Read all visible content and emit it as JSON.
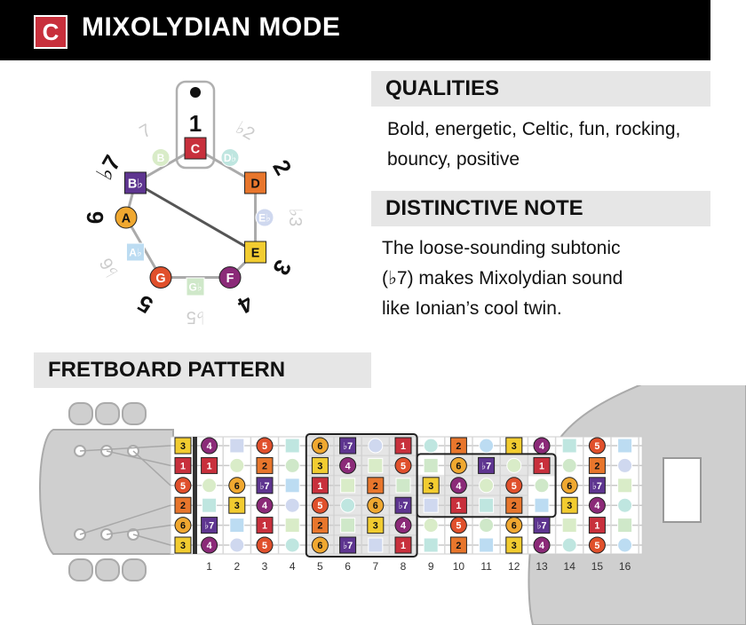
{
  "header": {
    "key": "C",
    "title": "MIXOLYDIAN MODE"
  },
  "qualities": {
    "heading": "QUALITIES",
    "lines": [
      "Bold, energetic, Celtic, fun, rocking,",
      "bouncy, positive"
    ]
  },
  "distinctive": {
    "heading": "DISTINCTIVE NOTE",
    "lines": [
      "The loose-sounding subtonic",
      "(♭7) makes Mixolydian sound",
      "like Ionian’s cool twin."
    ]
  },
  "fretboard": {
    "heading": "FRETBOARD PATTERN",
    "fret_numbers": [
      "1",
      "2",
      "3",
      "4",
      "5",
      "6",
      "7",
      "8",
      "9",
      "10",
      "11",
      "12",
      "13",
      "14",
      "15",
      "16"
    ],
    "open_strings": [
      "3",
      "1",
      "5",
      "2",
      "6",
      "3"
    ],
    "notes": [
      {
        "s": 0,
        "f": 1,
        "t": "4"
      },
      {
        "s": 0,
        "f": 3,
        "t": "5"
      },
      {
        "s": 0,
        "f": 5,
        "t": "6"
      },
      {
        "s": 0,
        "f": 6,
        "t": "♭7"
      },
      {
        "s": 0,
        "f": 8,
        "t": "1"
      },
      {
        "s": 0,
        "f": 10,
        "t": "2"
      },
      {
        "s": 0,
        "f": 12,
        "t": "3"
      },
      {
        "s": 0,
        "f": 13,
        "t": "4"
      },
      {
        "s": 0,
        "f": 15,
        "t": "5"
      },
      {
        "s": 1,
        "f": 1,
        "t": "1"
      },
      {
        "s": 1,
        "f": 3,
        "t": "2"
      },
      {
        "s": 1,
        "f": 5,
        "t": "3"
      },
      {
        "s": 1,
        "f": 6,
        "t": "4"
      },
      {
        "s": 1,
        "f": 8,
        "t": "5"
      },
      {
        "s": 1,
        "f": 10,
        "t": "6"
      },
      {
        "s": 1,
        "f": 11,
        "t": "♭7"
      },
      {
        "s": 1,
        "f": 13,
        "t": "1"
      },
      {
        "s": 1,
        "f": 15,
        "t": "2"
      },
      {
        "s": 2,
        "f": 2,
        "t": "6"
      },
      {
        "s": 2,
        "f": 3,
        "t": "♭7"
      },
      {
        "s": 2,
        "f": 5,
        "t": "1"
      },
      {
        "s": 2,
        "f": 7,
        "t": "2"
      },
      {
        "s": 2,
        "f": 9,
        "t": "3"
      },
      {
        "s": 2,
        "f": 10,
        "t": "4"
      },
      {
        "s": 2,
        "f": 12,
        "t": "5"
      },
      {
        "s": 2,
        "f": 14,
        "t": "6"
      },
      {
        "s": 2,
        "f": 15,
        "t": "♭7"
      },
      {
        "s": 3,
        "f": 2,
        "t": "3"
      },
      {
        "s": 3,
        "f": 3,
        "t": "4"
      },
      {
        "s": 3,
        "f": 5,
        "t": "5"
      },
      {
        "s": 3,
        "f": 7,
        "t": "6"
      },
      {
        "s": 3,
        "f": 8,
        "t": "♭7"
      },
      {
        "s": 3,
        "f": 10,
        "t": "1"
      },
      {
        "s": 3,
        "f": 12,
        "t": "2"
      },
      {
        "s": 3,
        "f": 14,
        "t": "3"
      },
      {
        "s": 3,
        "f": 15,
        "t": "4"
      },
      {
        "s": 4,
        "f": 1,
        "t": "♭7"
      },
      {
        "s": 4,
        "f": 3,
        "t": "1"
      },
      {
        "s": 4,
        "f": 5,
        "t": "2"
      },
      {
        "s": 4,
        "f": 7,
        "t": "3"
      },
      {
        "s": 4,
        "f": 8,
        "t": "4"
      },
      {
        "s": 4,
        "f": 10,
        "t": "5"
      },
      {
        "s": 4,
        "f": 12,
        "t": "6"
      },
      {
        "s": 4,
        "f": 13,
        "t": "♭7"
      },
      {
        "s": 4,
        "f": 15,
        "t": "1"
      },
      {
        "s": 5,
        "f": 1,
        "t": "4"
      },
      {
        "s": 5,
        "f": 3,
        "t": "5"
      },
      {
        "s": 5,
        "f": 5,
        "t": "6"
      },
      {
        "s": 5,
        "f": 6,
        "t": "♭7"
      },
      {
        "s": 5,
        "f": 8,
        "t": "1"
      },
      {
        "s": 5,
        "f": 10,
        "t": "2"
      },
      {
        "s": 5,
        "f": 12,
        "t": "3"
      },
      {
        "s": 5,
        "f": 13,
        "t": "4"
      },
      {
        "s": 5,
        "f": 15,
        "t": "5"
      }
    ],
    "pattern_cells": [
      {
        "s": 0,
        "from": 5,
        "to": 8
      },
      {
        "s": 1,
        "from": 5,
        "to": 8
      },
      {
        "s": 2,
        "from": 5,
        "to": 8
      },
      {
        "s": 3,
        "from": 5,
        "to": 8
      },
      {
        "s": 4,
        "from": 5,
        "to": 8
      },
      {
        "s": 5,
        "from": 5,
        "to": 8
      }
    ],
    "pattern2_cells": [
      {
        "s": 1,
        "from": 10,
        "to": 13
      },
      {
        "s": 2,
        "from": 9,
        "to": 12
      },
      {
        "s": 3,
        "from": 9,
        "to": 12
      }
    ]
  },
  "circle": {
    "in_mode": [
      {
        "pos": 0,
        "note": "C",
        "num": "1",
        "shape": "square",
        "color": "#c8303c"
      },
      {
        "pos": 2,
        "note": "D",
        "num": "2",
        "shape": "square",
        "color": "#e8762c"
      },
      {
        "pos": 4,
        "note": "E",
        "num": "3",
        "shape": "square",
        "color": "#f2cc30"
      },
      {
        "pos": 5,
        "note": "F",
        "num": "4",
        "shape": "circle",
        "color": "#8b2a78"
      },
      {
        "pos": 7,
        "note": "G",
        "num": "5",
        "shape": "circle",
        "color": "#e0502c"
      },
      {
        "pos": 9,
        "note": "A",
        "num": "6",
        "shape": "circle",
        "color": "#f0a830"
      },
      {
        "pos": 10,
        "note": "B♭",
        "num": "♭7",
        "shape": "square",
        "color": "#5e3590"
      }
    ],
    "out_mode": [
      {
        "pos": 1,
        "note": "D♭",
        "num": "♭2",
        "shape": "circle",
        "color": "#bfe6e0"
      },
      {
        "pos": 3,
        "note": "E♭",
        "num": "♭3",
        "shape": "circle",
        "color": "#cfd8ef"
      },
      {
        "pos": 6,
        "note": "G♭",
        "num": "♭5",
        "shape": "square",
        "color": "#cfe8c9"
      },
      {
        "pos": 8,
        "note": "A♭",
        "num": "♭6",
        "shape": "square",
        "color": "#bcdcf2"
      },
      {
        "pos": 11,
        "note": "B",
        "num": "7",
        "shape": "circle",
        "color": "#d9ecc8"
      }
    ]
  },
  "colors": {
    "1": "#c8303c",
    "2": "#e8762c",
    "3": "#f2cc30",
    "4": "#8b2a78",
    "5": "#e0502c",
    "6": "#f0a830",
    "♭7": "#5e3590"
  },
  "shapes": {
    "1": "square",
    "2": "square",
    "3": "square",
    "4": "circle",
    "5": "circle",
    "6": "circle",
    "♭7": "square"
  }
}
